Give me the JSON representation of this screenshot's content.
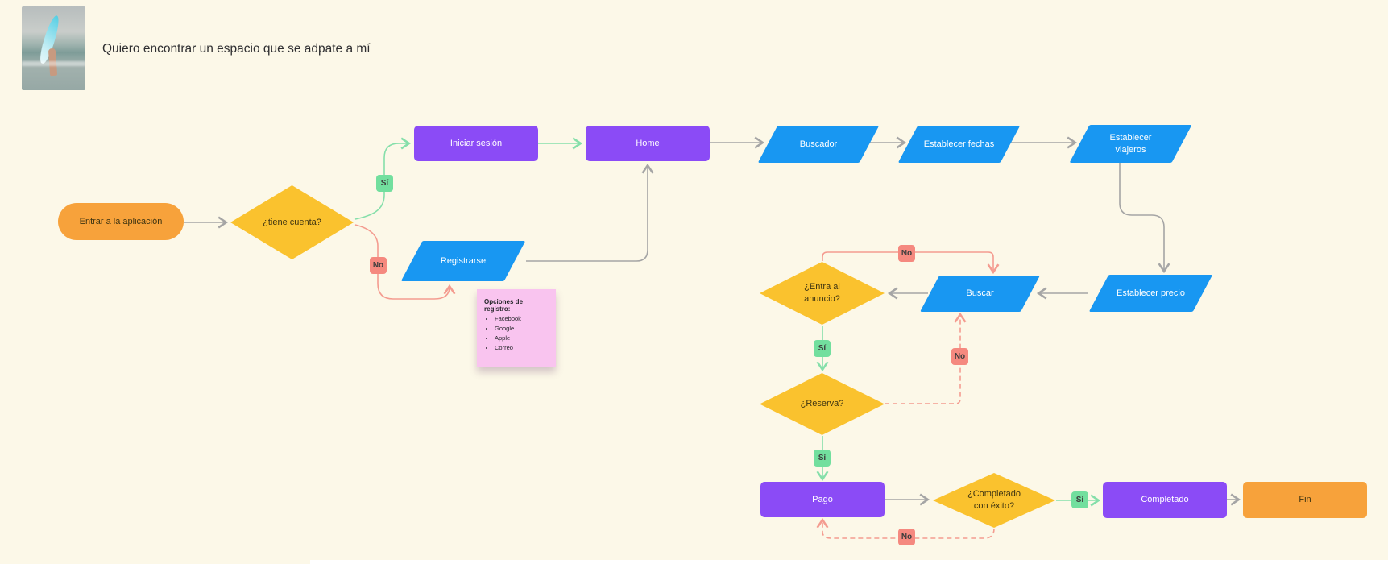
{
  "page": {
    "title": "Quiero encontrar un espacio que se adpate a mí"
  },
  "photo": {
    "name": "surfer-walking-on-beach-photo"
  },
  "flow": {
    "nodes": {
      "entrar": "Entrar a la aplicación",
      "tiene_cuenta": "¿tiene cuenta?",
      "iniciar_sesion": "Iniciar sesión",
      "home": "Home",
      "buscador": "Buscador",
      "establecer_fechas": "Establecer fechas",
      "establecer_viajeros": "Establecer viajeros",
      "registrarse": "Registrarse",
      "establecer_precio": "Establecer precio",
      "buscar": "Buscar",
      "entra_anuncio": "¿Entra al anuncio?",
      "reserva": "¿Reserva?",
      "pago": "Pago",
      "completado_exito": "¿Completado con éxito?",
      "completado": "Completado",
      "fin": "Fin"
    },
    "edge_labels": {
      "yes": "Sí",
      "no": "No"
    },
    "sticky_note": {
      "title": "Opciones de registro:",
      "items": [
        "Facebook",
        "Google",
        "Apple",
        "Correo"
      ]
    },
    "colors": {
      "background": "#FCF8E8",
      "process": "#8B4BF6",
      "input_output": "#1897F2",
      "decision": "#FAC22E",
      "terminator": "#F7A23B",
      "yes_badge": "#72DF9E",
      "no_badge": "#F5897F",
      "connector": "#A5A5A5",
      "sticky": "#F9C4EF"
    }
  }
}
